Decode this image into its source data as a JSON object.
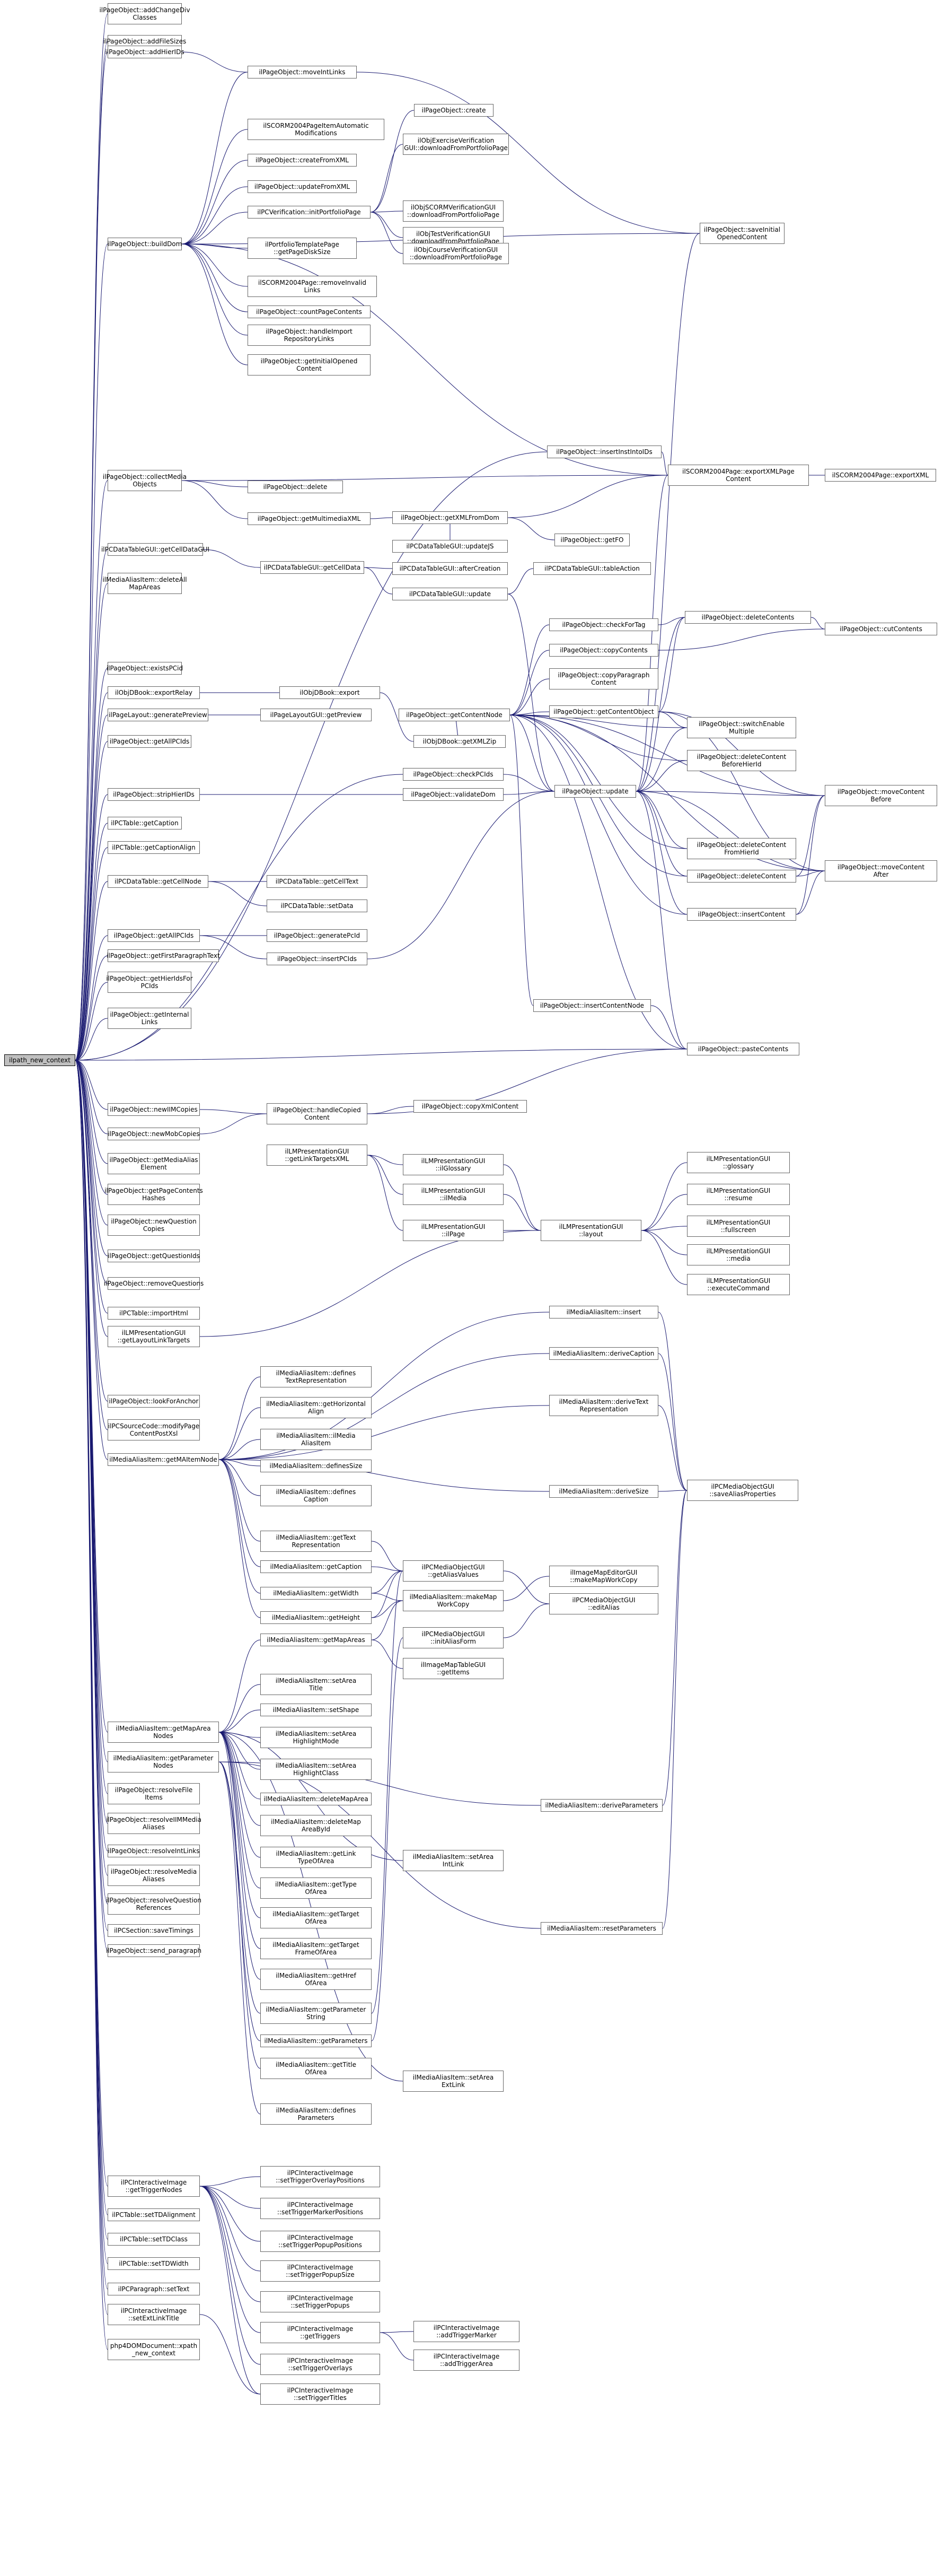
{
  "colors": {
    "edge": "#191970",
    "node_border": "#666666",
    "root_fill": "#bfbfbf"
  },
  "nodes": [
    {
      "id": "root",
      "label": "ilpath_new_context",
      "root": true
    },
    {
      "id": "addChangeDiv",
      "label": "ilPageObject::addChangeDiv\nClasses"
    },
    {
      "id": "addFileSizes",
      "label": "ilPageObject::addFileSizes"
    },
    {
      "id": "addHierIDs",
      "label": "ilPageObject::addHierIDs"
    },
    {
      "id": "moveIntLinks",
      "label": "ilPageObject::moveIntLinks"
    },
    {
      "id": "scormAutoMods",
      "label": "ilSCORM2004PageItemAutomatic\nModifications"
    },
    {
      "id": "createFromXML",
      "label": "ilPageObject::createFromXML"
    },
    {
      "id": "create",
      "label": "ilPageObject::create"
    },
    {
      "id": "exVerif",
      "label": "ilObjExerciseVerification\nGUI::downloadFromPortfolioPage"
    },
    {
      "id": "updateFromXML",
      "label": "ilPageObject::updateFromXML"
    },
    {
      "id": "verifInit",
      "label": "ilPCVerification::initPortfolioPage"
    },
    {
      "id": "scormVerif",
      "label": "ilObjSCORMVerificationGUI\n::downloadFromPortfolioPage"
    },
    {
      "id": "testVerif",
      "label": "ilObjTestVerificationGUI\n::downloadFromPortfolioPage"
    },
    {
      "id": "courseVerif",
      "label": "ilObjCourseVerificationGUI\n::downloadFromPortfolioPage"
    },
    {
      "id": "portfolioDisk",
      "label": "ilPortfolioTemplatePage\n::getPageDiskSize"
    },
    {
      "id": "buildDom",
      "label": "ilPageObject::buildDom"
    },
    {
      "id": "saveInitial",
      "label": "ilPageObject::saveInitial\nOpenedContent"
    },
    {
      "id": "removeInvalid",
      "label": "ilSCORM2004Page::removeInvalid\nLinks"
    },
    {
      "id": "countPage",
      "label": "ilPageObject::countPageContents"
    },
    {
      "id": "handleImport",
      "label": "ilPageObject::handleImport\nRepositoryLinks"
    },
    {
      "id": "getInitialOpened",
      "label": "ilPageObject::getInitialOpened\nContent"
    },
    {
      "id": "insertInstIntoIDs",
      "label": "ilPageObject::insertInstIntoIDs"
    },
    {
      "id": "collectMedia",
      "label": "ilPageObject::collectMedia\nObjects"
    },
    {
      "id": "delete",
      "label": "ilPageObject::delete"
    },
    {
      "id": "exportXMLPage",
      "label": "ilSCORM2004Page::exportXMLPage\nContent"
    },
    {
      "id": "exportXML",
      "label": "ilSCORM2004Page::exportXML"
    },
    {
      "id": "getMultimediaXML",
      "label": "ilPageObject::getMultimediaXML"
    },
    {
      "id": "getXMLFromDom",
      "label": "ilPageObject::getXMLFromDom"
    },
    {
      "id": "updateJS",
      "label": "ilPCDataTableGUI::updateJS"
    },
    {
      "id": "getFO",
      "label": "ilPageObject::getFO"
    },
    {
      "id": "dtGetCellDataGUI",
      "label": "ilPCDataTableGUI::getCellDataGUI"
    },
    {
      "id": "dtGetCellData",
      "label": "ilPCDataTableGUI::getCellData"
    },
    {
      "id": "afterCreation",
      "label": "ilPCDataTableGUI::afterCreation"
    },
    {
      "id": "tableAction",
      "label": "ilPCDataTableGUI::tableAction"
    },
    {
      "id": "dtUpdate",
      "label": "ilPCDataTableGUI::update"
    },
    {
      "id": "maDeleteAll",
      "label": "ilMediaAliasItem::deleteAll\nMapAreas"
    },
    {
      "id": "checkForTag",
      "label": "ilPageObject::checkForTag"
    },
    {
      "id": "deleteContents",
      "label": "ilPageObject::deleteContents"
    },
    {
      "id": "cutContents",
      "label": "ilPageObject::cutContents"
    },
    {
      "id": "copyContents",
      "label": "ilPageObject::copyContents"
    },
    {
      "id": "existsPCid",
      "label": "ilPageObject::existsPCid"
    },
    {
      "id": "copyParagraph",
      "label": "ilPageObject::copyParagraph\nContent"
    },
    {
      "id": "dbExportRelay",
      "label": "ilObjDBook::exportRelay"
    },
    {
      "id": "dbExport",
      "label": "ilObjDBook::export"
    },
    {
      "id": "getContentNode",
      "label": "ilPageObject::getContentNode"
    },
    {
      "id": "getContentObject",
      "label": "ilPageObject::getContentObject"
    },
    {
      "id": "switchEnable",
      "label": "ilPageObject::switchEnable\nMultiple"
    },
    {
      "id": "layoutPreview",
      "label": "ilPageLayout::generatePreview"
    },
    {
      "id": "getPreview",
      "label": "ilPageLayoutGUI::getPreview"
    },
    {
      "id": "getXMLZip",
      "label": "ilObjDBook::getXMLZip"
    },
    {
      "id": "getAllPCIds",
      "label": "ilPageObject::getAllPCIds"
    },
    {
      "id": "deleteContentBefore",
      "label": "ilPageObject::deleteContent\nBeforeHierId"
    },
    {
      "id": "checkPCIds",
      "label": "ilPageObject::checkPCIds"
    },
    {
      "id": "update",
      "label": "ilPageObject::update"
    },
    {
      "id": "stripHierIDs",
      "label": "ilPageObject::stripHierIDs"
    },
    {
      "id": "validateDom",
      "label": "ilPageObject::validateDom"
    },
    {
      "id": "moveContentBefore",
      "label": "ilPageObject::moveContent\nBefore"
    },
    {
      "id": "getCaption",
      "label": "ilPCTable::getCaption"
    },
    {
      "id": "deleteContentFrom",
      "label": "ilPageObject::deleteContent\nFromHierId"
    },
    {
      "id": "getCaptionAlign",
      "label": "ilPCTable::getCaptionAlign"
    },
    {
      "id": "deleteContent",
      "label": "ilPageObject::deleteContent"
    },
    {
      "id": "moveContentAfter",
      "label": "ilPageObject::moveContent\nAfter"
    },
    {
      "id": "dtGetCellNode",
      "label": "ilPCDataTable::getCellNode"
    },
    {
      "id": "dtGetCellText",
      "label": "ilPCDataTable::getCellText"
    },
    {
      "id": "dtSetData",
      "label": "ilPCDataTable::setData"
    },
    {
      "id": "insertContent",
      "label": "ilPageObject::insertContent"
    },
    {
      "id": "getAllPCIds2",
      "label": "ilPageObject::getAllPCIds"
    },
    {
      "id": "generatePcid",
      "label": "ilPageObject::generatePcId"
    },
    {
      "id": "insertPCIds",
      "label": "ilPageObject::insertPCIds"
    },
    {
      "id": "getFirstParagraph",
      "label": "ilPageObject::getFirstParagraphText"
    },
    {
      "id": "getHierIds",
      "label": "ilPageObject::getHierIdsFor\nPCIds"
    },
    {
      "id": "getInternalLinks",
      "label": "ilPageObject::getInternal\nLinks"
    },
    {
      "id": "insertContentNode",
      "label": "ilPageObject::insertContentNode"
    },
    {
      "id": "pasteContents",
      "label": "ilPageObject::pasteContents"
    },
    {
      "id": "newIMCopies",
      "label": "ilPageObject::newIIMCopies"
    },
    {
      "id": "handleCopied",
      "label": "ilPageObject::handleCopied\nContent"
    },
    {
      "id": "copyXmlContent",
      "label": "ilPageObject::copyXmlContent"
    },
    {
      "id": "newMobCopies",
      "label": "ilPageObject::newMobCopies"
    },
    {
      "id": "getMediaAlias",
      "label": "ilPageObject::getMediaAlias\nElement"
    },
    {
      "id": "lmGetLinkTargets",
      "label": "ilLMPresentationGUI\n::getLinkTargetsXML"
    },
    {
      "id": "lmGlossary",
      "label": "ilLMPresentationGUI\n::ilGlossary"
    },
    {
      "id": "lmGlossaryR",
      "label": "ilLMPresentationGUI\n::glossary"
    },
    {
      "id": "getPageContentsHashes",
      "label": "ilPageObject::getPageContents\nHashes"
    },
    {
      "id": "lmMedia",
      "label": "ilLMPresentationGUI\n::ilMedia"
    },
    {
      "id": "lmResume",
      "label": "ilLMPresentationGUI\n::resume"
    },
    {
      "id": "newQuestionCopies",
      "label": "ilPageObject::newQuestion\nCopies"
    },
    {
      "id": "lmPage",
      "label": "ilLMPresentationGUI\n::ilPage"
    },
    {
      "id": "lmLayout",
      "label": "ilLMPresentationGUI\n::layout"
    },
    {
      "id": "lmFullscreen",
      "label": "ilLMPresentationGUI\n::fullscreen"
    },
    {
      "id": "getQuestionIds",
      "label": "ilPageObject::getQuestionIds"
    },
    {
      "id": "lmMediaR",
      "label": "ilLMPresentationGUI\n::media"
    },
    {
      "id": "removeQuestions",
      "label": "ilPageObject::removeQuestions"
    },
    {
      "id": "lmExecuteCommand",
      "label": "ilLMPresentationGUI\n::executeCommand"
    },
    {
      "id": "importHtml",
      "label": "ilPCTable::importHtml"
    },
    {
      "id": "maInsert",
      "label": "ilMediaAliasItem::insert"
    },
    {
      "id": "lmGetLayoutLinkTargets",
      "label": "ilLMPresentationGUI\n::getLayoutLinkTargets"
    },
    {
      "id": "maDeriveCaption",
      "label": "ilMediaAliasItem::deriveCaption"
    },
    {
      "id": "maDefinesTextRep",
      "label": "ilMediaAliasItem::defines\nTextRepresentation"
    },
    {
      "id": "maDeriveTextRep",
      "label": "ilMediaAliasItem::deriveText\nRepresentation"
    },
    {
      "id": "lookForAnchor",
      "label": "ilPageObject::lookForAnchor"
    },
    {
      "id": "maGetHorizontal",
      "label": "ilMediaAliasItem::getHorizontal\nAlign"
    },
    {
      "id": "sourceCodeModify",
      "label": "ilPCSourceCode::modifyPage\nContentPostXsl"
    },
    {
      "id": "maItemDef",
      "label": "ilMediaAliasItem::ilMedia\nAliasItem"
    },
    {
      "id": "getMAItemNode",
      "label": "ilMediaAliasItem::getMAItemNode"
    },
    {
      "id": "maDefinesSize",
      "label": "ilMediaAliasItem::definesSize"
    },
    {
      "id": "maDeriveSize",
      "label": "ilMediaAliasItem::deriveSize"
    },
    {
      "id": "saveAliasProps",
      "label": "ilPCMediaObjectGUI\n::saveAliasProperties"
    },
    {
      "id": "maDefinesCaption",
      "label": "ilMediaAliasItem::defines\nCaption"
    },
    {
      "id": "maGetTextRep",
      "label": "ilMediaAliasItem::getText\nRepresentation"
    },
    {
      "id": "maGetCaption",
      "label": "ilMediaAliasItem::getCaption"
    },
    {
      "id": "mobGetAliasValues",
      "label": "ilPCMediaObjectGUI\n::getAliasValues"
    },
    {
      "id": "mapEditorMakeCopy",
      "label": "ilImageMapEditorGUI\n::makeMapWorkCopy"
    },
    {
      "id": "maGetWidth",
      "label": "ilMediaAliasItem::getWidth"
    },
    {
      "id": "maMakeMapWorkCopy",
      "label": "ilMediaAliasItem::makeMap\nWorkCopy"
    },
    {
      "id": "mobEditAlias",
      "label": "ilPCMediaObjectGUI\n::editAlias"
    },
    {
      "id": "maGetHeight",
      "label": "ilMediaAliasItem::getHeight"
    },
    {
      "id": "mobInitAliasForm",
      "label": "ilPCMediaObjectGUI\n::initAliasForm"
    },
    {
      "id": "maGetMapAreas",
      "label": "ilMediaAliasItem::getMapAreas"
    },
    {
      "id": "mapTableGetItems",
      "label": "ilImageMapTableGUI\n::getItems"
    },
    {
      "id": "maSetAreaTitle",
      "label": "ilMediaAliasItem::setArea\nTitle"
    },
    {
      "id": "maSetShape",
      "label": "ilMediaAliasItem::setShape"
    },
    {
      "id": "maSetAreaHlMode",
      "label": "ilMediaAliasItem::setArea\nHighlightMode"
    },
    {
      "id": "maGetMapAreasNodes",
      "label": "ilMediaAliasItem::getMapArea\nNodes"
    },
    {
      "id": "maSetAreaHlClass",
      "label": "ilMediaAliasItem::setArea\nHighlightClass"
    },
    {
      "id": "maGetParameterNodes",
      "label": "ilMediaAliasItem::getParameter\nNodes"
    },
    {
      "id": "maDeleteMapArea",
      "label": "ilMediaAliasItem::deleteMapArea"
    },
    {
      "id": "maDeriveParameters",
      "label": "ilMediaAliasItem::deriveParameters"
    },
    {
      "id": "resolveFileItems",
      "label": "ilPageObject::resolveFile\nItems"
    },
    {
      "id": "maDeleteMapAreasById",
      "label": "ilMediaAliasItem::deleteMap\nAreaById"
    },
    {
      "id": "resolveIIMMedia",
      "label": "ilPageObject::resolveIIMMedia\nAliases"
    },
    {
      "id": "maGetLinkType",
      "label": "ilMediaAliasItem::getLink\nTypeOfArea"
    },
    {
      "id": "maSetAreaIntLink",
      "label": "ilMediaAliasItem::setArea\nIntLink"
    },
    {
      "id": "resolveIntLinks",
      "label": "ilPageObject::resolveIntLinks"
    },
    {
      "id": "maGetTypeOfArea",
      "label": "ilMediaAliasItem::getType\nOfArea"
    },
    {
      "id": "resolveMedia",
      "label": "ilPageObject::resolveMedia\nAliases"
    },
    {
      "id": "maGetTargetOfArea",
      "label": "ilMediaAliasItem::getTarget\nOfArea"
    },
    {
      "id": "maResetParameters",
      "label": "ilMediaAliasItem::resetParameters"
    },
    {
      "id": "resolveQuestion",
      "label": "ilPageObject::resolveQuestion\nReferences"
    },
    {
      "id": "maGetTargetFrame",
      "label": "ilMediaAliasItem::getTarget\nFrameOfArea"
    },
    {
      "id": "sectionSaveTimings",
      "label": "ilPCSection::saveTimings"
    },
    {
      "id": "maGetHref",
      "label": "ilMediaAliasItem::getHref\nOfArea"
    },
    {
      "id": "sendParagraph",
      "label": "ilPageObject::send_paragraph"
    },
    {
      "id": "maGetParameterString",
      "label": "ilMediaAliasItem::getParameter\nString"
    },
    {
      "id": "maGetParameters",
      "label": "ilMediaAliasItem::getParameters"
    },
    {
      "id": "maGetTitleOfArea",
      "label": "ilMediaAliasItem::getTitle\nOfArea"
    },
    {
      "id": "maSetAreaExtLink",
      "label": "ilMediaAliasItem::setArea\nExtLink"
    },
    {
      "id": "maDefinesParams",
      "label": "ilMediaAliasItem::defines\nParameters"
    },
    {
      "id": "iimSetOverlayPositions",
      "label": "ilPCInteractiveImage\n::setTriggerOverlayPositions"
    },
    {
      "id": "iimGetTriggerNodes",
      "label": "ilPCInteractiveImage\n::getTriggerNodes"
    },
    {
      "id": "iimSetMarkerPositions",
      "label": "ilPCInteractiveImage\n::setTriggerMarkerPositions"
    },
    {
      "id": "tableSetTDAlignment",
      "label": "ilPCTable::setTDAlignment"
    },
    {
      "id": "iimSetPopupPositions",
      "label": "ilPCInteractiveImage\n::setTriggerPopupPositions"
    },
    {
      "id": "tableSetTDClass",
      "label": "ilPCTable::setTDClass"
    },
    {
      "id": "iimSetPopupSize",
      "label": "ilPCInteractiveImage\n::setTriggerPopupSize"
    },
    {
      "id": "tableSetTDWidth",
      "label": "ilPCTable::setTDWidth"
    },
    {
      "id": "paragraphSetText",
      "label": "ilPCParagraph::setText"
    },
    {
      "id": "iimSetTriggerPopups",
      "label": "ilPCInteractiveImage\n::setTriggerPopups"
    },
    {
      "id": "iimSetExtLinkTitle",
      "label": "ilPCInteractiveImage\n::setExtLinkTitle"
    },
    {
      "id": "iimAddTriggerMarker",
      "label": "ilPCInteractiveImage\n::addTriggerMarker"
    },
    {
      "id": "iimGetTriggers",
      "label": "ilPCInteractiveImage\n::getTriggers"
    },
    {
      "id": "iimAddTriggerArea",
      "label": "ilPCInteractiveImage\n::addTriggerArea"
    },
    {
      "id": "phpDomNewContext",
      "label": "php4DOMDocument::xpath\n_new_context"
    },
    {
      "id": "iimSetTriggerOverlays",
      "label": "ilPCInteractiveImage\n::setTriggerOverlays"
    },
    {
      "id": "iimSetTriggerTitles",
      "label": "ilPCInteractiveImage\n::setTriggerTitles"
    }
  ]
}
